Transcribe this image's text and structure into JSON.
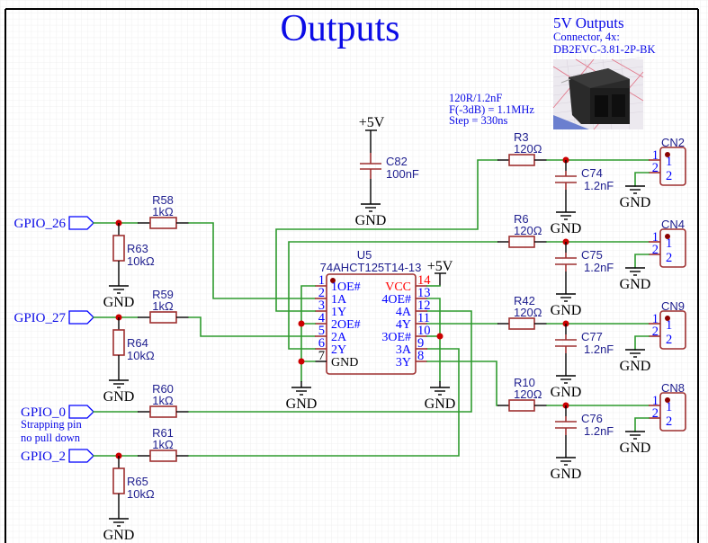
{
  "sheet": {
    "title": "Outputs"
  },
  "connector_info": {
    "heading": "5V Outputs",
    "line1": "Connector, 4x:",
    "part": "DB2EVC-3.81-2P-BK",
    "photo_icon": "connector-photo"
  },
  "filter_note": {
    "line1": "120R/1.2nF",
    "line2": "F(-3dB) = 1.1MHz",
    "line3": "Step = 330ns"
  },
  "power": {
    "supply": "+5V",
    "ground": "GND"
  },
  "decoupling": {
    "ref": "C82",
    "value": "100nF"
  },
  "inputs": [
    {
      "net": "GPIO_26",
      "series": {
        "ref": "R58",
        "value": "1kΩ"
      },
      "pulldown": {
        "ref": "R63",
        "value": "10kΩ"
      }
    },
    {
      "net": "GPIO_27",
      "series": {
        "ref": "R59",
        "value": "1kΩ"
      },
      "pulldown": {
        "ref": "R64",
        "value": "10kΩ"
      }
    },
    {
      "net": "GPIO_0",
      "series": {
        "ref": "R60",
        "value": "1kΩ"
      },
      "note": {
        "line1": "Strapping pin",
        "line2": "no pull down"
      }
    },
    {
      "net": "GPIO_2",
      "series": {
        "ref": "R61",
        "value": "1kΩ"
      },
      "pulldown": {
        "ref": "R65",
        "value": "10kΩ"
      }
    }
  ],
  "ic": {
    "ref": "U5",
    "value": "74AHCT125T14-13",
    "left_pins": [
      {
        "num": "1",
        "name": "1OE#"
      },
      {
        "num": "2",
        "name": "1A"
      },
      {
        "num": "3",
        "name": "1Y"
      },
      {
        "num": "4",
        "name": "2OE#"
      },
      {
        "num": "5",
        "name": "2A"
      },
      {
        "num": "6",
        "name": "2Y"
      },
      {
        "num": "7",
        "name": "GND"
      }
    ],
    "right_pins": [
      {
        "num": "14",
        "name": "VCC"
      },
      {
        "num": "13",
        "name": "4OE#"
      },
      {
        "num": "12",
        "name": "4A"
      },
      {
        "num": "11",
        "name": "4Y"
      },
      {
        "num": "10",
        "name": "3OE#"
      },
      {
        "num": "9",
        "name": "3A"
      },
      {
        "num": "8",
        "name": "3Y"
      }
    ]
  },
  "outputs": [
    {
      "resistor": {
        "ref": "R3",
        "value": "120Ω"
      },
      "capacitor": {
        "ref": "C74",
        "value": "1.2nF"
      },
      "connector": {
        "ref": "CN2",
        "pins": [
          "1",
          "2"
        ]
      }
    },
    {
      "resistor": {
        "ref": "R6",
        "value": "120Ω"
      },
      "capacitor": {
        "ref": "C75",
        "value": "1.2nF"
      },
      "connector": {
        "ref": "CN4",
        "pins": [
          "1",
          "2"
        ]
      }
    },
    {
      "resistor": {
        "ref": "R42",
        "value": "120Ω"
      },
      "capacitor": {
        "ref": "C77",
        "value": "1.2nF"
      },
      "connector": {
        "ref": "CN9",
        "pins": [
          "1",
          "2"
        ]
      }
    },
    {
      "resistor": {
        "ref": "R10",
        "value": "120Ω"
      },
      "capacitor": {
        "ref": "C76",
        "value": "1.2nF"
      },
      "connector": {
        "ref": "CN8",
        "pins": [
          "1",
          "2"
        ]
      }
    }
  ],
  "colors": {
    "wire": "#2e9b2e",
    "part": "#9e3030",
    "junction": "#cc0000",
    "net": "#0a0ae6",
    "designator": "#1f1f8f",
    "pin": "#0000ff",
    "power": "#000000",
    "vcc": "#ff0000",
    "title": "#0b0be6"
  }
}
